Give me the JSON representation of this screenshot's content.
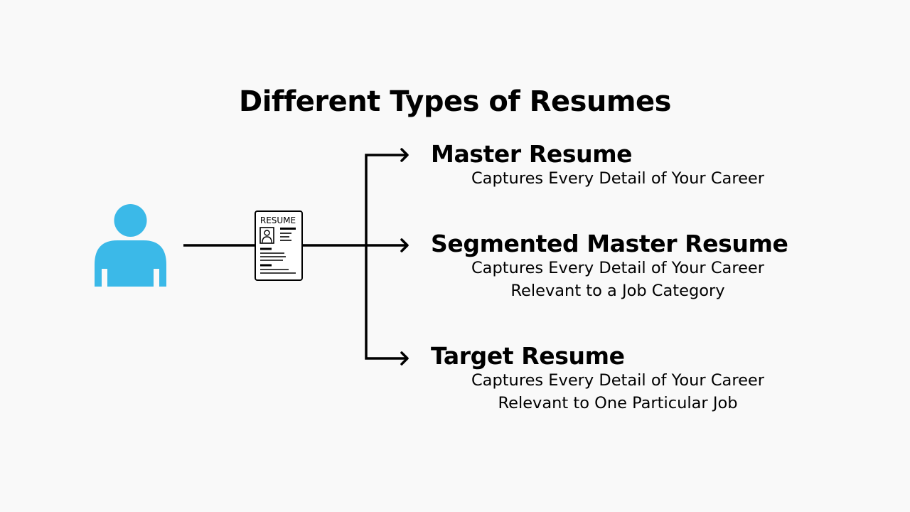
{
  "title": "Different Types of Resumes",
  "colors": {
    "person": "#3bb9e8",
    "line": "#000000",
    "background": "#f9f9f9"
  },
  "icons": {
    "person": "person-icon",
    "resume": "resume-document-icon"
  },
  "resume_icon_label": "RESUME",
  "branches": [
    {
      "title": "Master Resume",
      "lines": [
        "Captures Every Detail of Your Career"
      ]
    },
    {
      "title": "Segmented Master Resume",
      "lines": [
        "Captures Every Detail of Your Career",
        "Relevant to a Job Category"
      ]
    },
    {
      "title": "Target Resume",
      "lines": [
        "Captures Every Detail of Your Career",
        "Relevant to One Particular Job"
      ]
    }
  ]
}
